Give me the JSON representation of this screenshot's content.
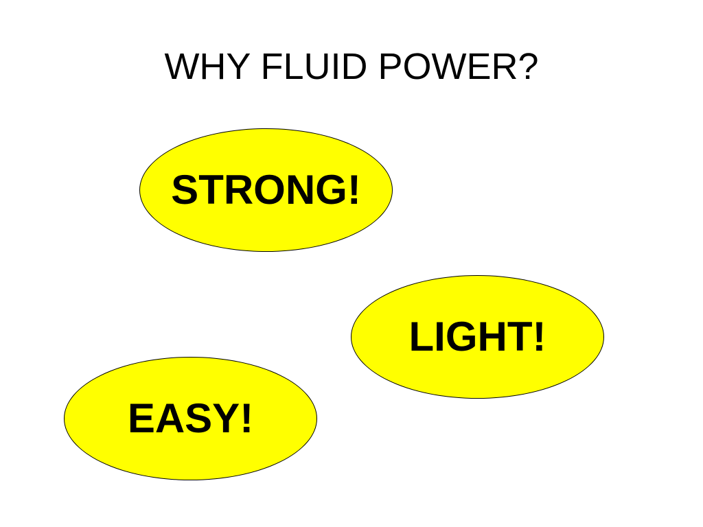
{
  "slide": {
    "title": "WHY FLUID POWER?",
    "oval_fill_color": "#ffff00",
    "ovals": [
      {
        "label": "STRONG!"
      },
      {
        "label": "LIGHT!"
      },
      {
        "label": "EASY!"
      }
    ]
  }
}
